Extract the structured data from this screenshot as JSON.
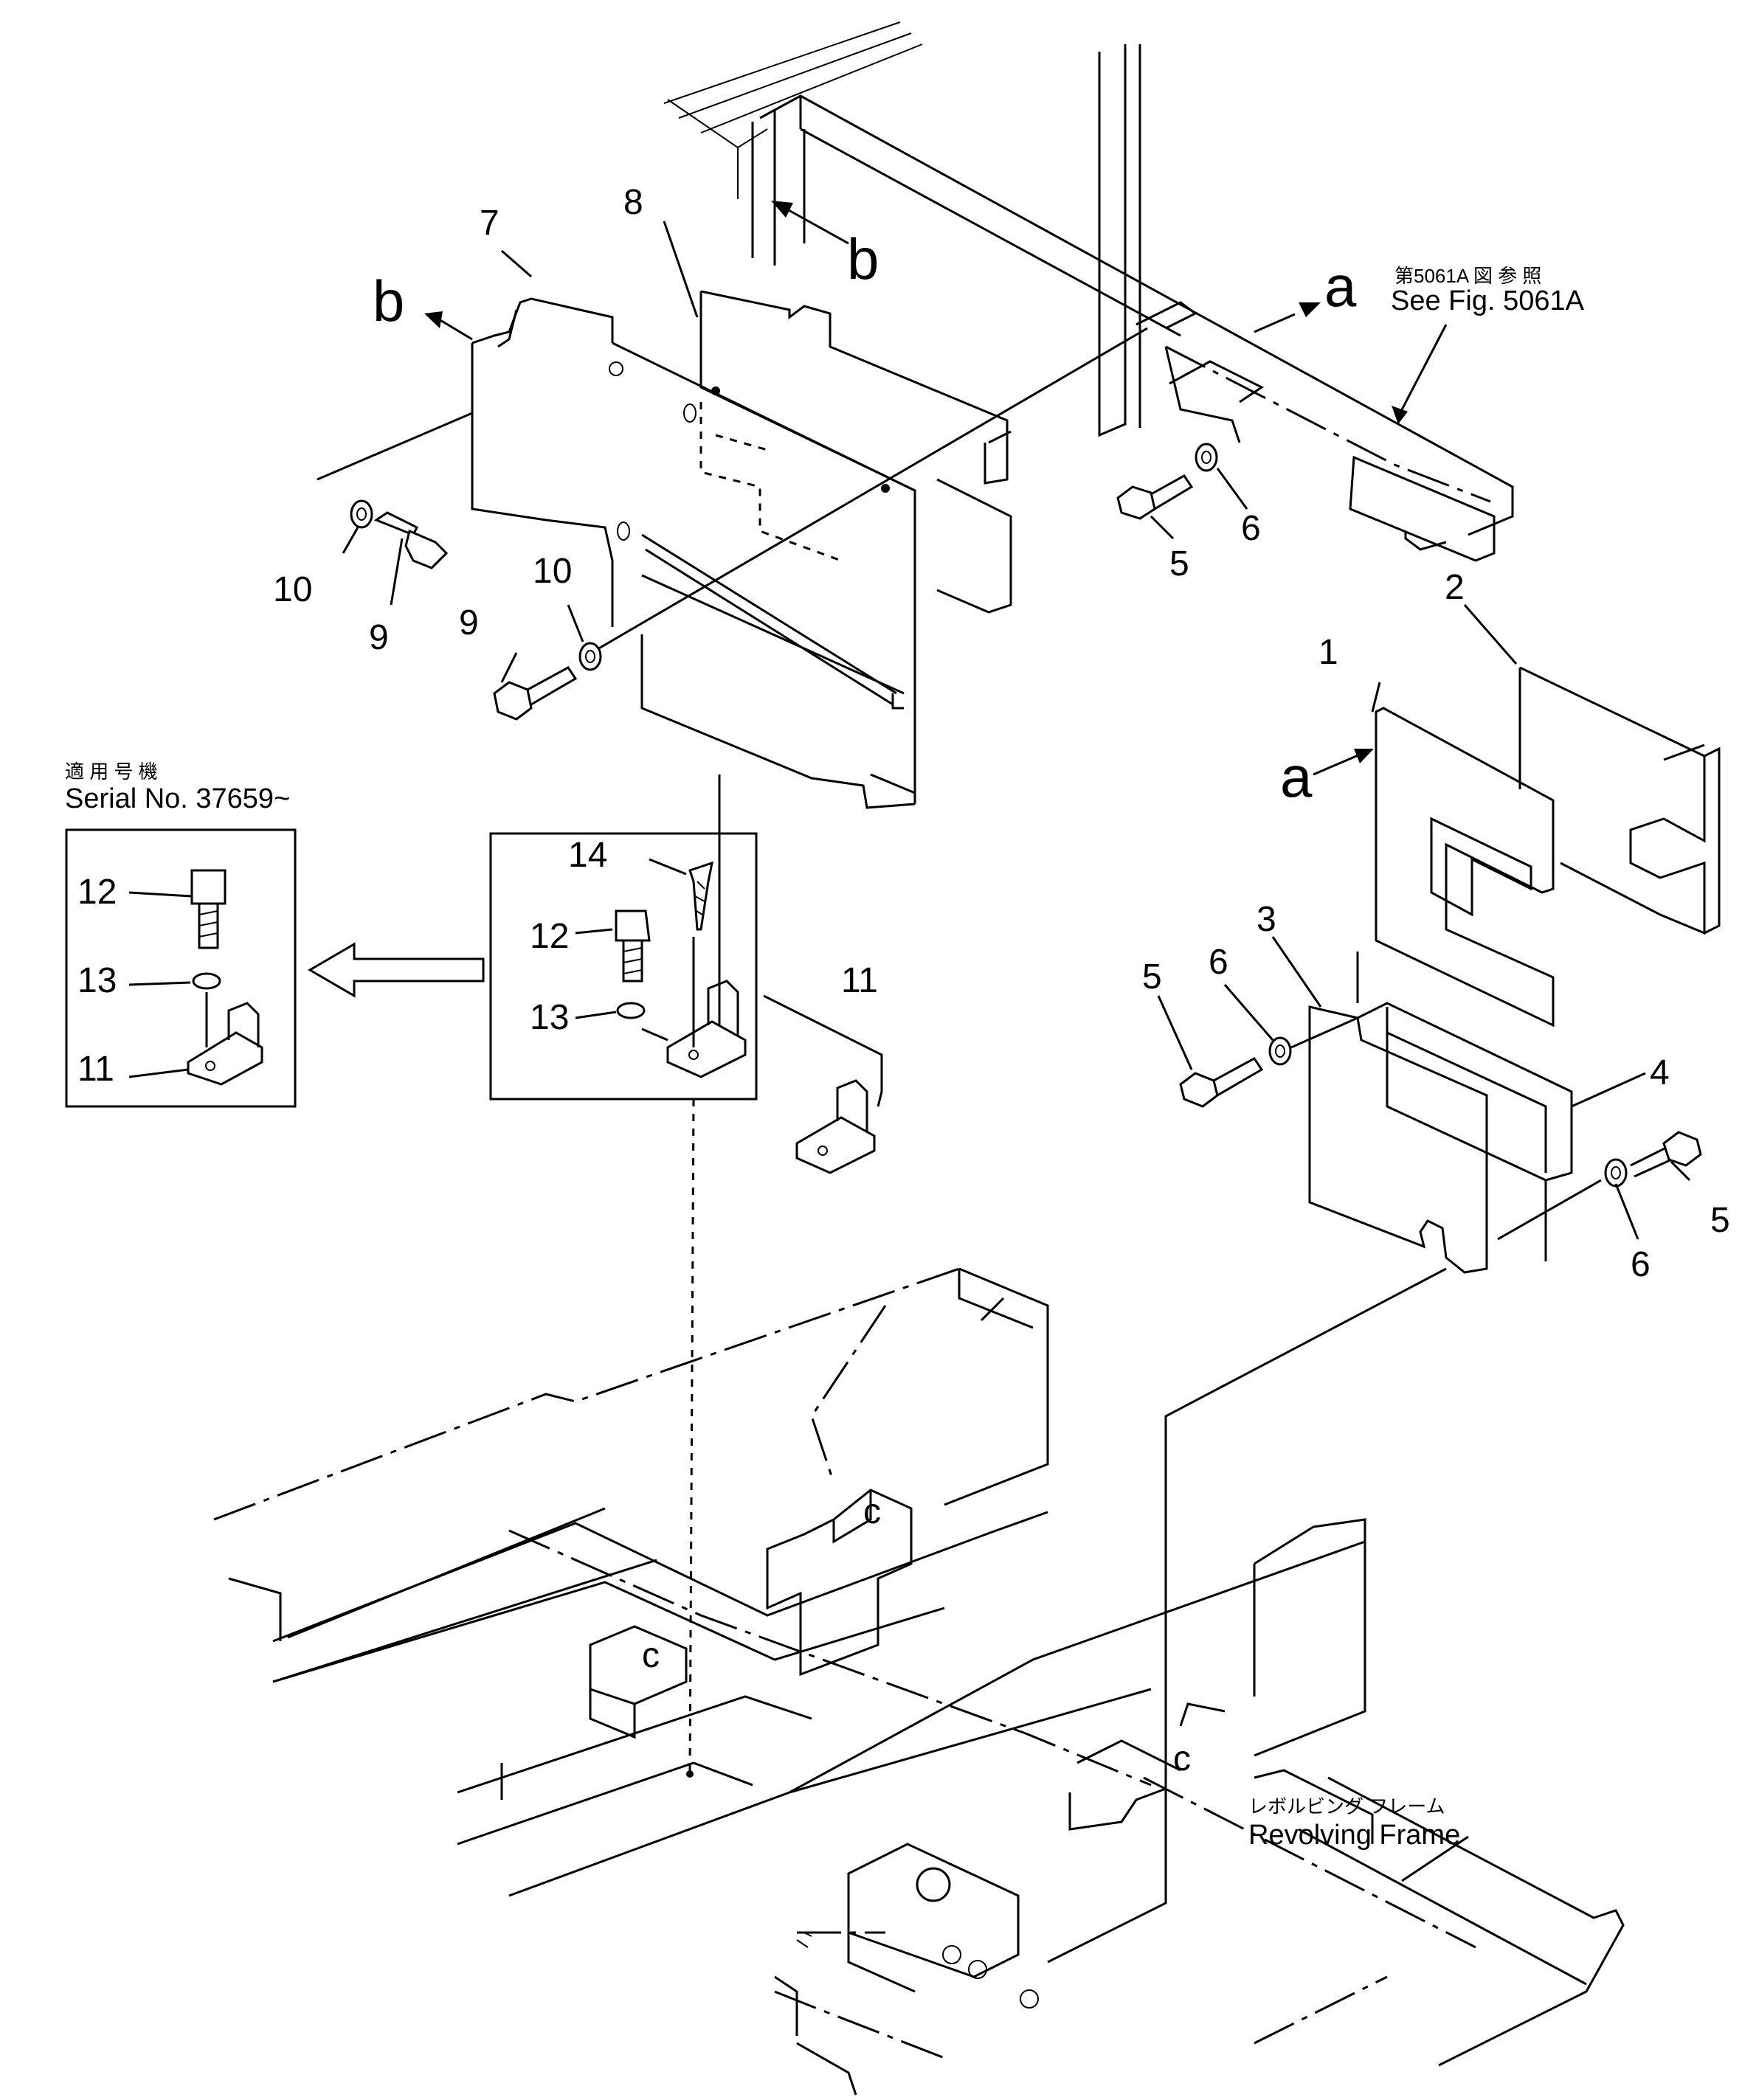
{
  "figure": {
    "callouts": {
      "c1": "1",
      "c2": "2",
      "c3": "3",
      "c4": "4",
      "c5a": "5",
      "c5b": "5",
      "c5c": "5",
      "c6a": "6",
      "c6b": "6",
      "c6c": "6",
      "c7": "7",
      "c8": "8",
      "c9a": "9",
      "c9b": "9",
      "c10a": "10",
      "c10b": "10",
      "c11a": "11",
      "c11b": "11",
      "c12a": "12",
      "c12b": "12",
      "c13a": "13",
      "c13b": "13",
      "c14": "14"
    },
    "view_marks": {
      "a_top": "a",
      "a_bottom": "a",
      "b_left": "b",
      "b_top": "b"
    },
    "reference": {
      "jp": "第5061A 図 参 照",
      "en": "See Fig. 5061A"
    },
    "serial_note": {
      "jp": "適 用 号 機",
      "en": "Serial No. 37659~"
    },
    "frame_label": {
      "jp": "レボルビング  フレーム",
      "en": "Revolving Frame"
    }
  }
}
